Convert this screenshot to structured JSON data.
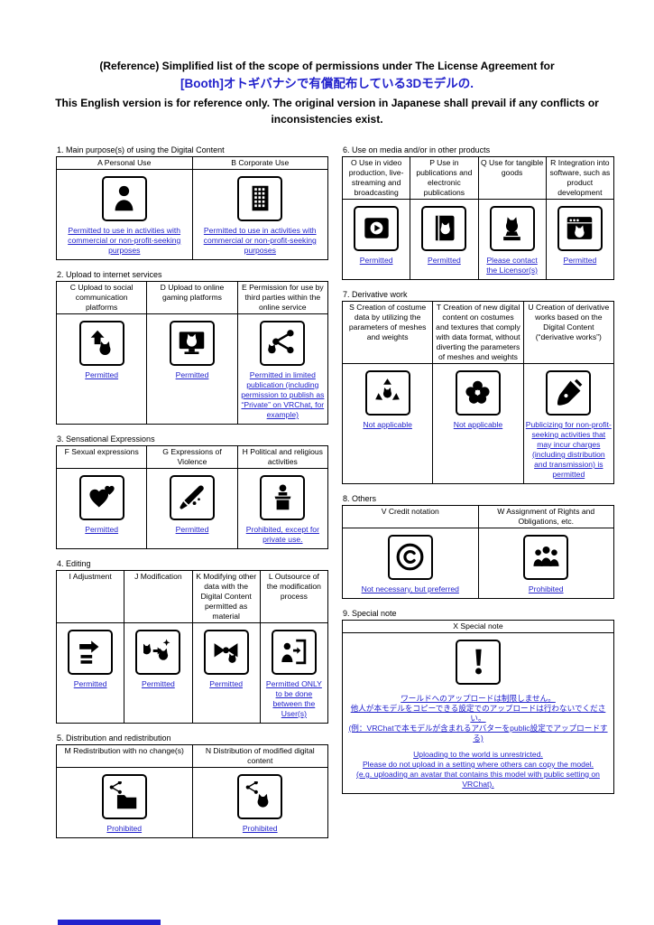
{
  "colors": {
    "accent_blue": "#2222cc",
    "text": "#000000",
    "page_background": "#ffffff"
  },
  "header": {
    "line1": "(Reference) Simplified list of the scope of permissions under The License Agreement for",
    "line2": "[Booth]オトギバナシで有償配布している3Dモデルの.",
    "line3": "This English version is for reference only. The original version in Japanese shall prevail if any conflicts or inconsistencies exist."
  },
  "sections": [
    {
      "number": 1,
      "title": "1. Main purpose(s) of using the Digital Content",
      "column": "left",
      "cells": [
        {
          "header": "A Personal Use",
          "icon": "person-icon",
          "status": "Permitted to use in activities with commercial or non-profit-seeking purposes"
        },
        {
          "header": "B  Corporate Use",
          "icon": "building-icon",
          "status": "Permitted to use in activities with commercial or non-profit-seeking purposes"
        }
      ]
    },
    {
      "number": 2,
      "title": "2. Upload to internet services",
      "column": "left",
      "cells": [
        {
          "header": "C Upload to social communication platforms",
          "icon": "cat-upload-icon",
          "status": "Permitted"
        },
        {
          "header": "D Upload to online gaming platforms",
          "icon": "cat-monitor-icon",
          "status": "Permitted"
        },
        {
          "header": "E Permission for use by third parties within the online service",
          "icon": "cat-share-icon",
          "status": "Permitted in limited publication (including permission to publish as “Private” on VRChat, for example)"
        }
      ]
    },
    {
      "number": 3,
      "title": "3. Sensational Expressions",
      "column": "left",
      "cells": [
        {
          "header": "F Sexual expressions",
          "icon": "hearts-icon",
          "status": "Permitted"
        },
        {
          "header": "G Expressions of Violence",
          "icon": "knife-icon",
          "status": "Permitted"
        },
        {
          "header": "H Political and religious activities",
          "icon": "podium-speaker-icon",
          "status": "Prohibited, except for private use."
        }
      ]
    },
    {
      "number": 4,
      "title": "4. Editing",
      "column": "left",
      "cells": [
        {
          "header": "I Adjustment",
          "icon": "adjustment-icon",
          "status": "Permitted"
        },
        {
          "header": "J Modification",
          "icon": "modification-cats-icon",
          "status": "Permitted"
        },
        {
          "header": "K Modifying other data with the Digital Content permitted as material",
          "icon": "bow-material-icon",
          "status": "Permitted"
        },
        {
          "header": "L Outsource of the modification process",
          "icon": "outsource-door-icon",
          "status": "Permitted ONLY to be done between the User(s)"
        }
      ]
    },
    {
      "number": 5,
      "title": "5. Distribution and redistribution",
      "column": "left",
      "cells": [
        {
          "header": "M Redistribution with no change(s)",
          "icon": "folder-share-icon",
          "status": "Prohibited"
        },
        {
          "header": "N Distribution of modified digital content",
          "icon": "modified-share-icon",
          "status": "Prohibited"
        }
      ]
    },
    {
      "number": 6,
      "title": "6. Use on media and/or in other products",
      "column": "right",
      "cells": [
        {
          "header": "O Use in video production, live-streaming and broadcasting",
          "icon": "video-player-icon",
          "status": "Permitted"
        },
        {
          "header": "P Use in publications and electronic publications",
          "icon": "book-cat-icon",
          "status": "Permitted"
        },
        {
          "header": "Q Use for tangible goods",
          "icon": "figurine-icon",
          "status": "Please contact the Licensor(s)"
        },
        {
          "header": "R Integration into software, such as product development",
          "icon": "software-window-icon",
          "status": "Permitted"
        }
      ]
    },
    {
      "number": 7,
      "title": "7. Derivative work",
      "column": "right",
      "cells": [
        {
          "header": "S Creation of costume data by utilizing the parameters of meshes and weights",
          "icon": "recycle-cat-icon",
          "status": "Not applicable"
        },
        {
          "header": "T Creation of new digital content on costumes and textures that comply with data format, without diverting the parameters of meshes and weights",
          "icon": "costume-flower-icon",
          "status": "Not applicable"
        },
        {
          "header": "U Creation of derivative works based on the Digital Content (“derivative works”)",
          "icon": "pen-icon",
          "status": "Publicizing for non-profit-seeking activities that may incur charges (including distribution and transmission) is permitted"
        }
      ]
    },
    {
      "number": 8,
      "title": "8. Others",
      "column": "right",
      "cells": [
        {
          "header": "V Credit notation",
          "icon": "copyright-icon",
          "status": "Not necessary, but preferred"
        },
        {
          "header": "W Assignment of Rights and Obligations, etc.",
          "icon": "people-group-icon",
          "status": "Prohibited"
        }
      ]
    },
    {
      "number": 9,
      "title": "9. Special note",
      "column": "right",
      "cells": [
        {
          "header": "X Special note",
          "icon": "exclamation-icon",
          "notes": [
            {
              "lang": "ja",
              "text": "ワールドへのアップロードは制限しません。\n他人が本モデルをコピーできる設定でのアップロードは行わないでください。\n(例：VRChatで本モデルが含まれるアバターをpublic設定でアップロードする)"
            },
            {
              "lang": "en",
              "text": "Uploading to the world is unrestricted.\nPlease do not upload in a setting where others can copy the model.\n(e.g. uploading an avatar that contains this model with public setting on VRChat)."
            }
          ]
        }
      ]
    }
  ]
}
